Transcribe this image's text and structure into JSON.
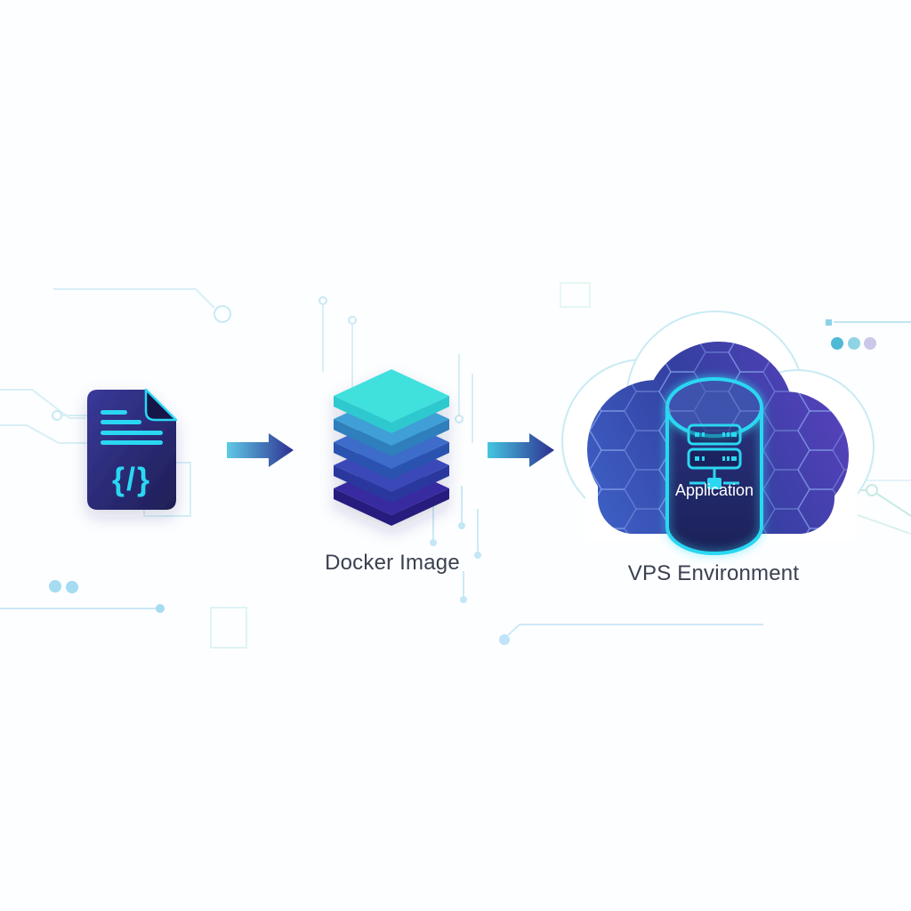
{
  "page": {
    "background": "#FDFEFF",
    "description": "Deployment flow diagram: code file to Docker image to VPS cloud"
  },
  "flow": {
    "steps": [
      {
        "id": "source-code",
        "icon": "code-file-icon",
        "glyph": "{/}"
      },
      {
        "id": "docker-image",
        "icon": "layer-stack-icon",
        "label": "Docker Image",
        "layers": 5
      },
      {
        "id": "vps-environment",
        "icon": "cloud-icon",
        "label": "VPS Environment",
        "container": {
          "icon": "server-rack-icon",
          "label": "Application"
        }
      }
    ],
    "connectors": [
      {
        "id": "arrow-1",
        "shape": "arrow-right"
      },
      {
        "id": "arrow-2",
        "shape": "arrow-right"
      }
    ]
  },
  "colors": {
    "accent_cyan": "#2BD7F2",
    "label_text": "#3A4150",
    "application_text": "#FFFFFF",
    "file_fill_start": "#39399A",
    "file_fill_end": "#1E1E55",
    "arrow_start": "#5FC9E6",
    "arrow_end": "#2D2D8F",
    "layer_colors": [
      "#41E0DD",
      "#3F9FD6",
      "#3C6CCB",
      "#3A49B8",
      "#372CA0"
    ],
    "layer_side_colors": [
      "#2EC9CE",
      "#2F7FBC",
      "#2C52B0",
      "#2B379D",
      "#281F7E"
    ],
    "cloud_left": "#3E62C8",
    "cloud_mid": "#3340A0",
    "cloud_right": "#5A41BE",
    "cylinder_body_top": "#2A327E",
    "cylinder_body_bottom": "#1B2158",
    "circuit_light": "#CFE9F4",
    "decor_dots": [
      "#4FB9D6",
      "#8FD4E6",
      "#CBC7EA"
    ]
  }
}
